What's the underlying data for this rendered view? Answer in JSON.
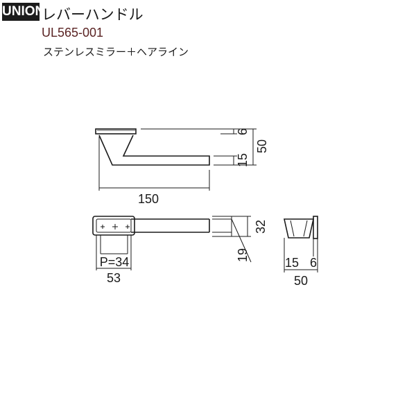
{
  "brand": {
    "logo_text": "UNION"
  },
  "header": {
    "title": "レバーハンドル",
    "model": "UL565-001",
    "finish": "ステンレスミラー＋ヘアライン"
  },
  "dimensions": {
    "side_rose_thickness": "6",
    "side_total_height": "50",
    "side_lever_thickness": "15",
    "side_projection": "150",
    "top_lever_width": "32",
    "top_lever_depth": "19",
    "rose_pitch": "P=34",
    "rose_width": "53",
    "end_lever_thickness": "15",
    "end_rose_thickness": "6",
    "end_total": "50"
  },
  "colors": {
    "line": "#1a1a1a",
    "model_text": "#5a2323",
    "logo_bg": "#1c1c1c"
  }
}
